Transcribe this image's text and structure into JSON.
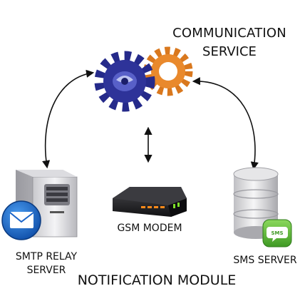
{
  "service": {
    "line1": "COMMUNICATION",
    "line2": "SERVICE"
  },
  "modem": {
    "label": "GSM MODEM"
  },
  "smtp": {
    "line1": "SMTP RELAY",
    "line2": "SERVER"
  },
  "sms": {
    "label": "SMS SERVER",
    "badge": "SMS"
  },
  "module": {
    "label": "NOTIFICATION MODULE"
  },
  "colors": {
    "gear_blue": "#2a2f94",
    "gear_orange": "#e0822a",
    "server_body": "#e8e8ea",
    "mail_blue": "#1a64c8",
    "sms_green": "#5cb83a",
    "modem_body": "#222222",
    "modem_led": "#ff8a1a"
  },
  "icons": [
    "gears-icon",
    "server-icon",
    "mail-icon",
    "modem-icon",
    "database-icon",
    "sms-icon"
  ]
}
